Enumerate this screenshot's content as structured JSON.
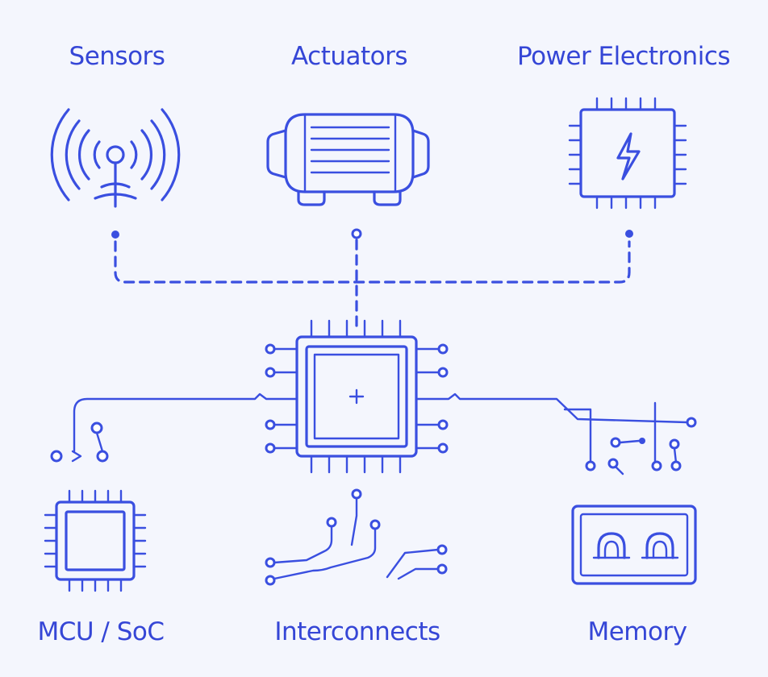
{
  "labels": {
    "sensors": "Sensors",
    "actuators": "Actuators",
    "power": "Power Electronics",
    "mcu": "MCU / SoC",
    "interconnects": "Interconnects",
    "memory": "Memory"
  },
  "colors": {
    "line": "#3a4fe0",
    "text": "#3546d6",
    "background": "#f4f6fd"
  },
  "icons": [
    "sensor-icon",
    "motor-icon",
    "power-chip-icon",
    "central-chip-icon",
    "mcu-chip-icon",
    "memory-icon"
  ]
}
